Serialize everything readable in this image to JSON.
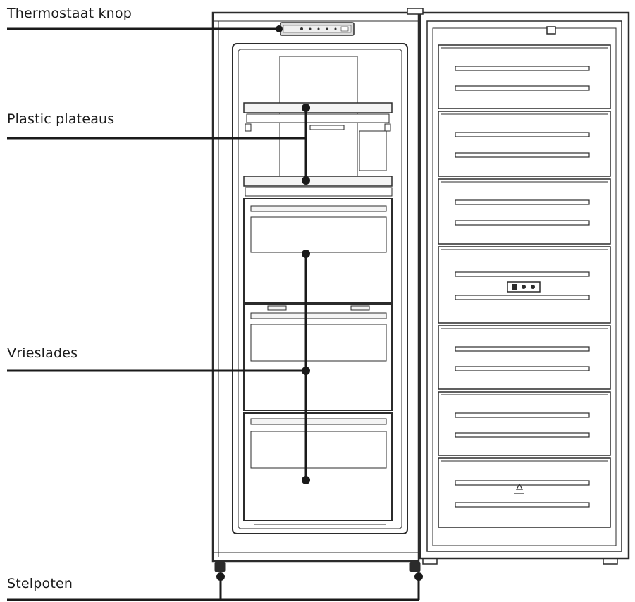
{
  "labels": {
    "thermostat": "Thermostaat knop",
    "plastic_shelves": "Plastic plateaus",
    "freezer_drawers": "Vrieslades",
    "adjustable_feet": "Stelpoten"
  },
  "colors": {
    "line": "#1a1a1a",
    "outline": "#2b2b2b",
    "panel": "#f4f4f4",
    "background": "#ffffff"
  }
}
